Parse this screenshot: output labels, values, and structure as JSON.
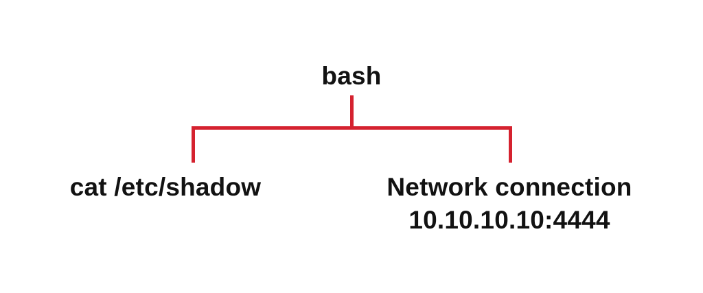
{
  "diagram": {
    "title_hint": "bash process tree",
    "root": {
      "label": "bash"
    },
    "children": [
      {
        "label": "cat /etc/shadow"
      },
      {
        "label": "Network connection",
        "sublabel": "10.10.10.10:4444"
      }
    ],
    "colors": {
      "connector": "#d5222f",
      "text": "#121212",
      "background": "#ffffff"
    }
  }
}
